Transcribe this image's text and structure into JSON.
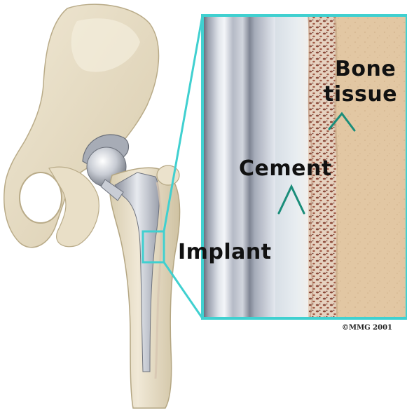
{
  "labels": {
    "bone_tissue_line1": "Bone",
    "bone_tissue_line2": "tissue",
    "cement": "Cement",
    "implant": "Implant"
  },
  "copyright": "©MMG 2001",
  "colors": {
    "inset_border": "#40d0d0",
    "bone": "#e6dcc2",
    "bone_tissue": "#e3c9a6",
    "cement_dots": "#8a4d3c",
    "implant_metal": "#b8bcc6"
  }
}
